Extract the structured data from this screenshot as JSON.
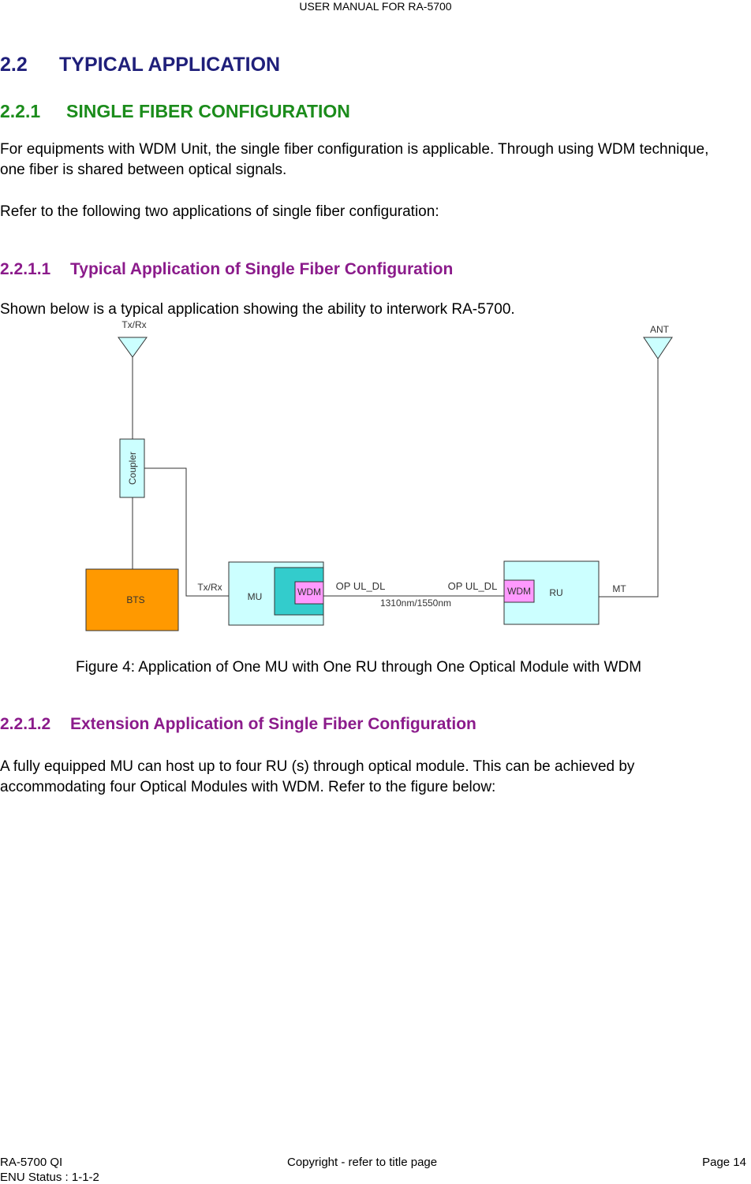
{
  "header": {
    "title": "USER MANUAL FOR RA-5700"
  },
  "section": {
    "number": "2.2",
    "title": "TYPICAL APPLICATION"
  },
  "subsection": {
    "number": "2.2.1",
    "title": "SINGLE FIBER CONFIGURATION"
  },
  "paragraphs": {
    "p1": "For equipments with WDM Unit, the single fiber configuration is applicable. Through using WDM technique, one fiber is shared between optical signals.",
    "p2": "Refer to the following two applications of single fiber configuration:",
    "p3": "Shown below is a typical application showing the ability to interwork RA-5700.",
    "p4": "A fully equipped MU can host up to four RU (s) through optical module. This can be achieved by accommodating four Optical Modules with WDM. Refer to the figure below:"
  },
  "subsub1": {
    "number": "2.2.1.1",
    "title": "Typical Application of Single Fiber Configuration"
  },
  "subsub2": {
    "number": "2.2.1.2",
    "title": "Extension Application of Single Fiber Configuration"
  },
  "diagram": {
    "antenna_left_label": "Tx/Rx",
    "antenna_right_label": "ANT",
    "coupler_label": "Coupler",
    "bts_label": "BTS",
    "txrx_link_label": "Tx/Rx",
    "mu_label": "MU",
    "mu_wdm_label": "WDM",
    "op_left_label": "OP UL_DL",
    "op_right_label": "OP UL_DL",
    "fiber_label": "1310nm/1550nm",
    "ru_wdm_label": "WDM",
    "ru_label": "RU",
    "mt_label": "MT",
    "colors": {
      "bts": "#ff9900",
      "light_cyan": "#ccffff",
      "wdm_block": "#33cccc",
      "wdm_label_box": "#ff99ff"
    }
  },
  "figure_caption": "Figure 4: Application of One MU with One RU through One Optical Module with WDM",
  "footer": {
    "left_line1": "RA-5700 QI",
    "left_line2": "ENU Status : 1-1-2",
    "center": "Copyright - refer to title page",
    "right": "Page 14"
  }
}
